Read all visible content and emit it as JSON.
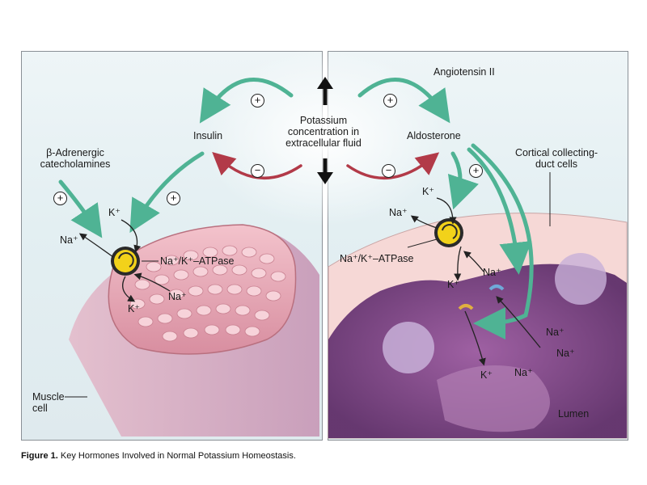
{
  "figure": {
    "caption_prefix": "Figure 1.",
    "caption_text": "Key Hormones Involved in Normal Potassium Homeostasis."
  },
  "labels": {
    "potassium_line1": "Potassium",
    "potassium_line2": "concentration in",
    "potassium_line3": "extracellular fluid",
    "insulin": "Insulin",
    "aldosterone": "Aldosterone",
    "angiotensin": "Angiotensin II",
    "beta_line1": "β-Adrenergic",
    "beta_line2": "catecholamines",
    "cortical_line1": "Cortical collecting-",
    "cortical_line2": "duct cells",
    "muscle_line1": "Muscle",
    "muscle_line2": "cell",
    "lumen": "Lumen",
    "atpase_left": "Na⁺/K⁺–ATPase",
    "atpase_right": "Na⁺/K⁺–ATPase"
  },
  "ions": {
    "left_k_in": "K⁺",
    "left_na_out": "Na⁺",
    "left_na_in": "Na⁺",
    "left_k_out": "K⁺",
    "right_k_in": "K⁺",
    "right_na_out": "Na⁺",
    "right_na_channel": "Na⁺",
    "right_k_channel": "K⁺",
    "right_k_lumen": "K⁺",
    "right_na_lumen1": "Na⁺",
    "right_na_lumen2": "Na⁺",
    "right_na_lumen3": "Na⁺"
  },
  "signs": {
    "plus": "+",
    "minus": "−"
  },
  "colors": {
    "stimulate_arrow": "#4fb394",
    "inhibit_arrow": "#b23a48",
    "pump": "#f2d21a",
    "muscle": "#e8a9b6",
    "duct": "#8a4a8f"
  }
}
